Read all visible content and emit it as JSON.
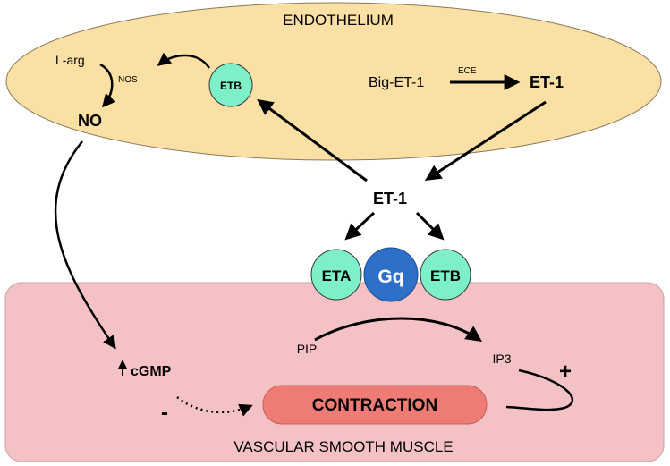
{
  "regions": {
    "endothelium": "ENDOTHELIUM",
    "smooth_muscle": "VASCULAR SMOOTH MUSCLE"
  },
  "nodes": {
    "l_arg": "L-arg",
    "nos": "NOS",
    "no": "NO",
    "etb_endo": "ETB",
    "big_et1": "Big-ET-1",
    "ece": "ECE",
    "et1_endo": "ET-1",
    "et1_center": "ET-1",
    "eta": "ETA",
    "gq": "Gq",
    "etb_muscle": "ETB",
    "pip": "PIP",
    "ip3": "IP3",
    "cgmp": "cGMP",
    "contraction": "CONTRACTION",
    "plus": "+",
    "minus": "-"
  },
  "colors": {
    "endothelium_fill": "#fbe0a6",
    "muscle_fill": "#f4c2c4",
    "receptor_green": "#7ef0c8",
    "gq_blue": "#2e6fc9",
    "contraction_fill": "#ee7b74"
  }
}
